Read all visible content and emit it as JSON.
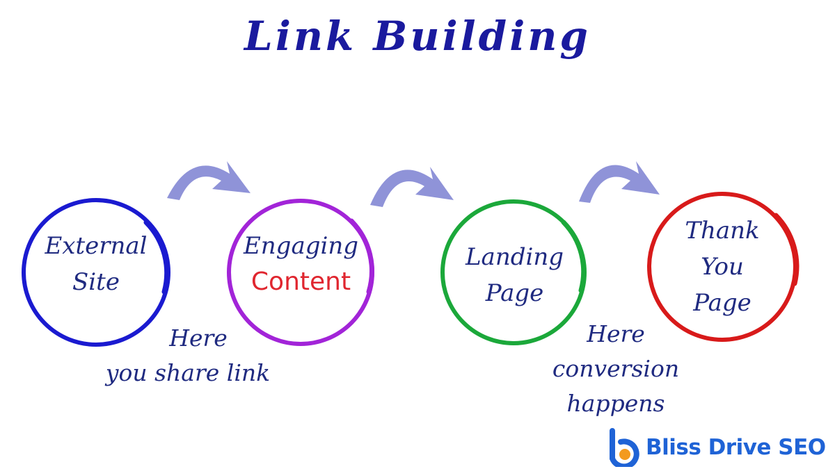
{
  "title": "Link Building",
  "nodes": [
    {
      "line1": "External",
      "line2": "Site",
      "color": "#1a1ad0"
    },
    {
      "line1": "Engaging",
      "line2": "Content",
      "color": "#a224d8"
    },
    {
      "line1": "Landing",
      "line2": "Page",
      "color": "#1ba83a"
    },
    {
      "line1": "Thank",
      "line2": "You",
      "line3": "Page",
      "color": "#d81a1a"
    }
  ],
  "notes": [
    {
      "line1": "Here",
      "line2": "you share link"
    },
    {
      "line1": "Here",
      "line2": "conversion",
      "line3": "happens"
    }
  ],
  "arrow_color": "#8f93d8",
  "brand": {
    "name": "Bliss Drive SEO",
    "icon": "bliss-drive-logo-icon",
    "colors": [
      "#1f63d6",
      "#f39a1e"
    ]
  }
}
